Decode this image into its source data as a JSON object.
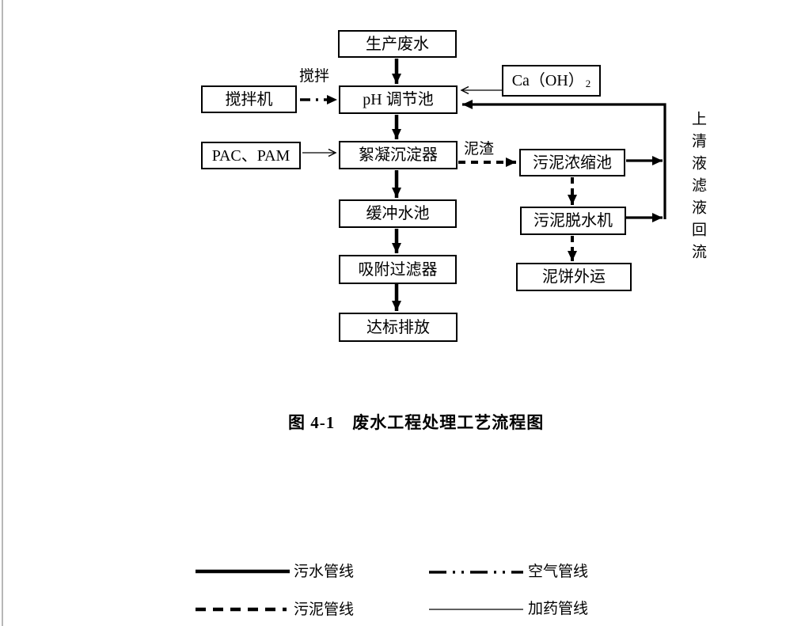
{
  "page": {
    "background": "#ffffff",
    "left_edge_color": "#b7b7b7",
    "line_color": "#000000"
  },
  "diagram": {
    "nodes": {
      "production": "生产废水",
      "mixer": "搅拌机",
      "ph_tank": "pH 调节池",
      "ca_oh2_base": "Ca（OH）",
      "ca_oh2_sub": "2",
      "pac_pam": "PAC、PAM",
      "flocculation": "絮凝沉淀器",
      "sludge_thickener": "污泥浓缩池",
      "buffer_tank": "缓冲水池",
      "sludge_dewaterer": "污泥脱水机",
      "adsorption_filter": "吸附过滤器",
      "cake_transport": "泥饼外运",
      "discharge": "达标排放"
    },
    "edge_labels": {
      "stir": "搅拌",
      "sludge_residue": "泥渣",
      "supernatant_return": "上清液滤液回流"
    }
  },
  "caption": "图 4-1　废水工程处理工艺流程图",
  "legend": {
    "sewage": "污水管线",
    "air": "空气管线",
    "sludge": "污泥管线",
    "dosing": "加药管线"
  }
}
